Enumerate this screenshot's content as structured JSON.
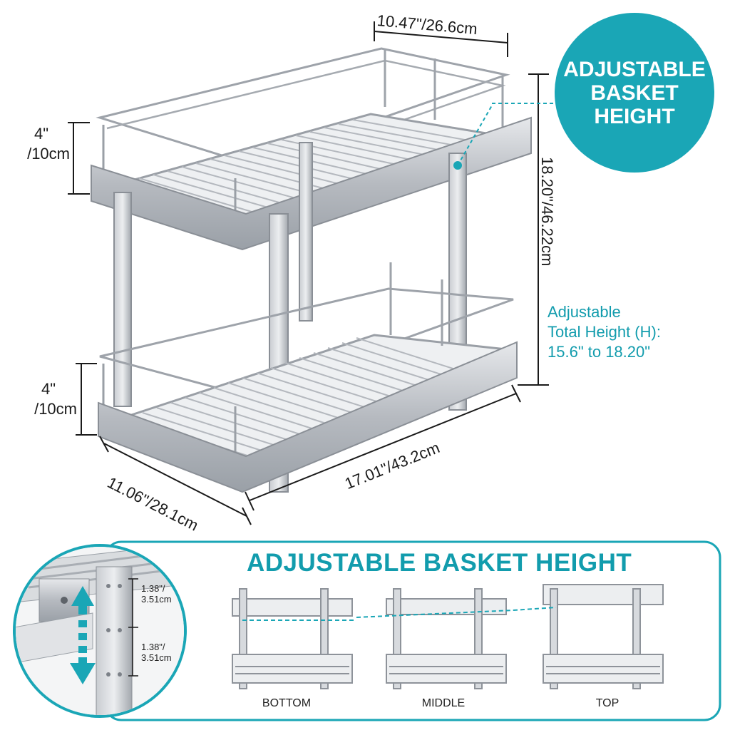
{
  "colors": {
    "accent": "#1aa6b6",
    "accent_text": "#129cad",
    "chrome": "#b8bcc2",
    "chrome_dark": "#8e939a"
  },
  "badge": {
    "line1": "ADJUSTABLE",
    "line2": "BASKET",
    "line3": "HEIGHT"
  },
  "dimensions": {
    "top_width": "10.47\"/26.6cm",
    "overall_height": "18.20\"/46.22cm",
    "top_basket_height_line1": "4\"",
    "top_basket_height_line2": "/10cm",
    "bottom_basket_height_line1": "4\"",
    "bottom_basket_height_line2": "/10cm",
    "depth": "17.01\"/43.2cm",
    "width": "11.06\"/28.1cm"
  },
  "adjustable_note": {
    "line1": "Adjustable",
    "line2": "Total Height (H):",
    "line3": "15.6\" to 18.20\""
  },
  "section": {
    "title": "ADJUSTABLE BASKET HEIGHT",
    "detail": {
      "step1_line1": "1.38\"/",
      "step1_line2": "3.51cm",
      "step2_line1": "1.38\"/",
      "step2_line2": "3.51cm"
    },
    "positions": [
      {
        "label": "BOTTOM"
      },
      {
        "label": "MIDDLE"
      },
      {
        "label": "TOP"
      }
    ]
  }
}
